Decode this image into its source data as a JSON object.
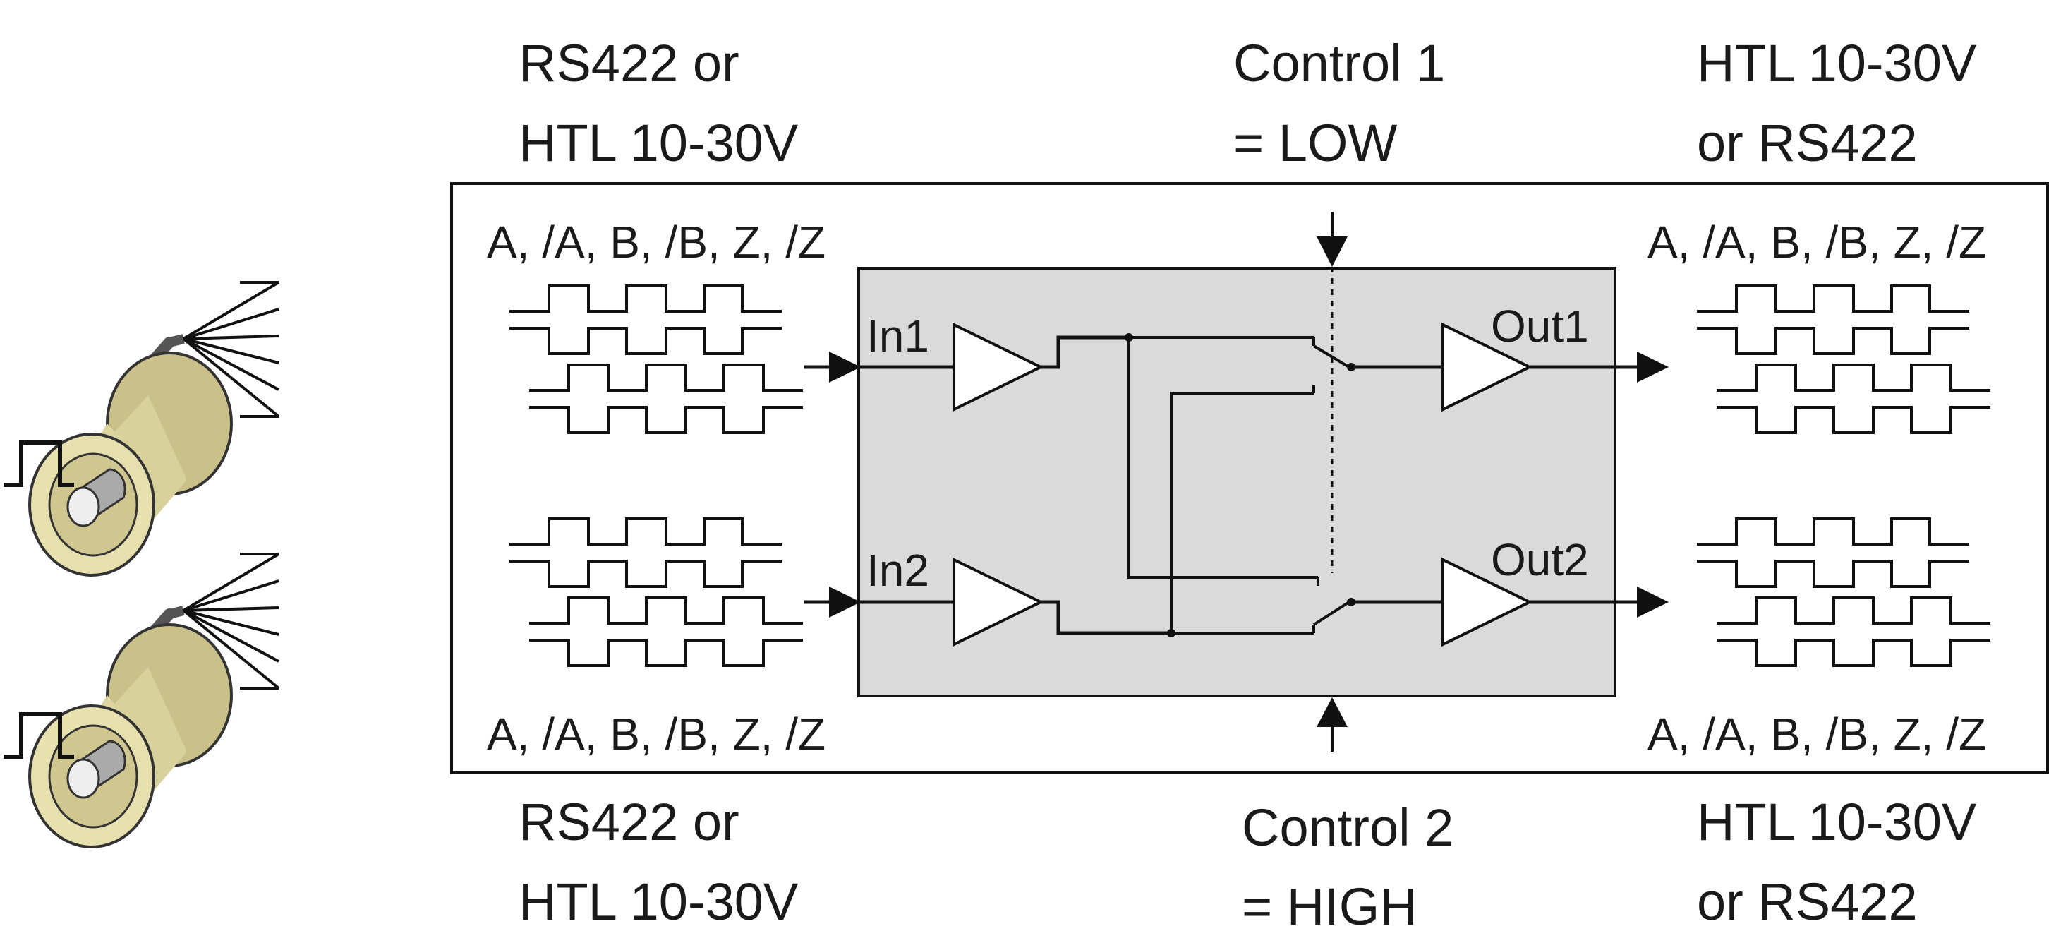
{
  "input_top": {
    "line1": "RS422 or",
    "line2": "HTL 10-30V"
  },
  "input_bottom": {
    "line1": "RS422 or",
    "line2": "HTL 10-30V"
  },
  "output_top": {
    "line1": "HTL 10-30V",
    "line2": "or RS422"
  },
  "output_bottom": {
    "line1": "HTL 10-30V",
    "line2": "or RS422"
  },
  "control1": {
    "line1": "Control 1",
    "line2": "= LOW"
  },
  "control2": {
    "line1": "Control 2",
    "line2": "= HIGH"
  },
  "signals": {
    "in_top": "A, /A, B, /B, Z, /Z",
    "in_bottom": "A, /A, B, /B, Z, /Z",
    "out_top": "A, /A, B, /B, Z, /Z",
    "out_bottom": "A, /A, B, /B, Z, /Z"
  },
  "ports": {
    "in1": "In1",
    "in2": "In2",
    "out1": "Out1",
    "out2": "Out2"
  },
  "colors": {
    "switch_block": "#dadada",
    "encoder_body": "#ddd6a3",
    "cable": "#555555",
    "line": "#111111"
  },
  "icons": [
    "encoder-icon",
    "pulse-icon",
    "amplifier-icon",
    "switch-icon",
    "arrow-icon",
    "waveform-icon"
  ]
}
